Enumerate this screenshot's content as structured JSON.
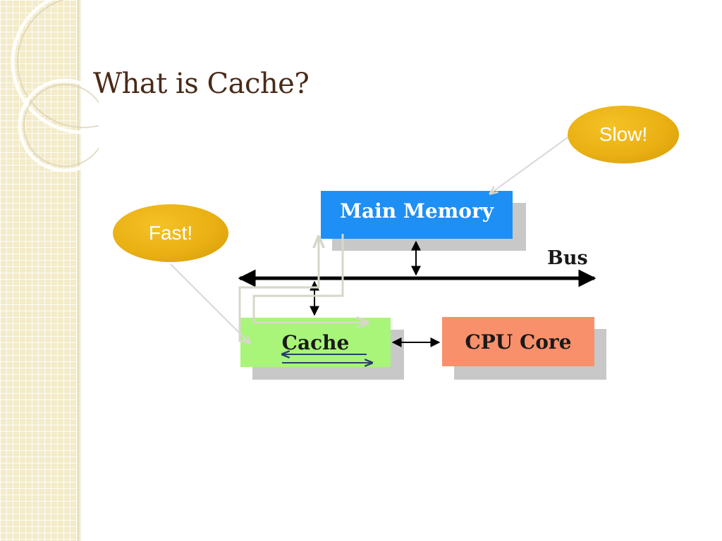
{
  "slide": {
    "title": "What is Cache?"
  },
  "diagram": {
    "main_memory_label": "Main Memory",
    "cache_label": "Cache",
    "cpu_core_label": "CPU Core",
    "bus_label": "Bus"
  },
  "callouts": {
    "slow": "Slow!",
    "fast": "Fast!"
  },
  "colors": {
    "main_memory": "#1e8ff5",
    "cache": "#a8f57a",
    "cpu_core": "#f8906c",
    "callout": "#eab014",
    "title": "#4a2a18"
  }
}
